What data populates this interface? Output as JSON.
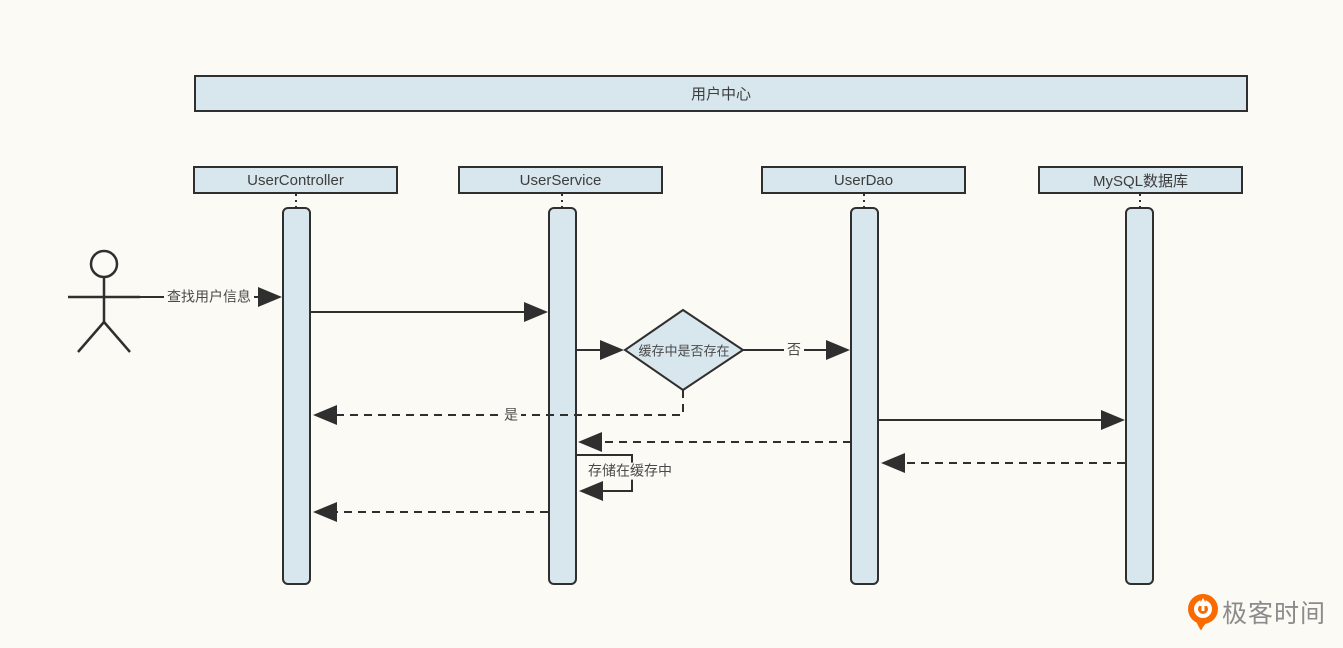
{
  "diagram": {
    "title": "用户中心",
    "participants": [
      {
        "name": "UserController"
      },
      {
        "name": "UserService"
      },
      {
        "name": "UserDao"
      },
      {
        "name": "MySQL数据库"
      }
    ],
    "actor": {
      "description": "stick-figure user"
    },
    "decision": {
      "label": "缓存中是否存在"
    },
    "messages": {
      "find_user": "查找用户信息",
      "yes_label": "是",
      "no_label": "否",
      "store_in_cache": "存储在缓存中"
    }
  },
  "branding": {
    "logo_text": "极客时间"
  },
  "colors": {
    "background": "#FCFAF4",
    "shape_fill": "#D8E6ED",
    "stroke": "#2F2F2F",
    "logo_orange": "#F96A00",
    "logo_text_gray": "#8B8B8B"
  }
}
